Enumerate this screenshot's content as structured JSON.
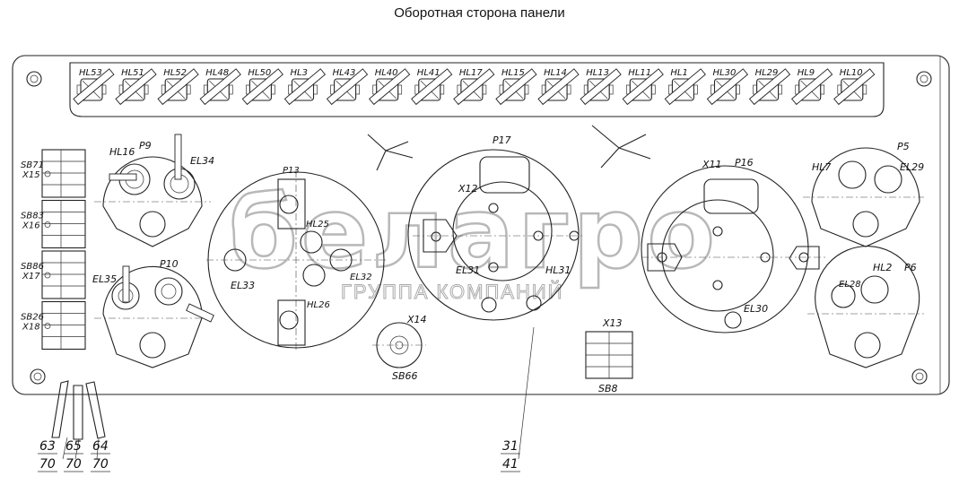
{
  "title": "Оборотная сторона панели",
  "lamps": [
    "HL53",
    "HL51",
    "HL52",
    "HL48",
    "HL50",
    "HL3",
    "HL43",
    "HL40",
    "HL41",
    "HL17",
    "HL15",
    "HL14",
    "HL13",
    "HL11",
    "HL1",
    "HL30",
    "HL29",
    "HL9",
    "HL10"
  ],
  "connectors": [
    {
      "sb": "SB71",
      "x": "X15"
    },
    {
      "sb": "SB83",
      "x": "X16"
    },
    {
      "sb": "SB86",
      "x": "X17"
    },
    {
      "sb": "SB26",
      "x": "X18"
    }
  ],
  "labels": {
    "hl16": "HL16",
    "p9": "P9",
    "el34": "EL34",
    "p10": "P10",
    "el35": "EL35",
    "p13": "P13",
    "hl25": "HL25",
    "el33": "EL33",
    "el32": "EL32",
    "hl26": "HL26",
    "x12": "X12",
    "p17": "P17",
    "el31": "EL31",
    "hl31": "HL31",
    "x14": "X14",
    "sb66": "SB66",
    "x13": "X13",
    "sb8": "SB8",
    "x11": "X11",
    "p16": "P16",
    "el30": "EL30",
    "hl7": "HL7",
    "p5": "P5",
    "el29": "EL29",
    "hl2": "HL2",
    "p6": "P6",
    "el28": "EL28"
  },
  "callouts": [
    {
      "top": "63",
      "bottom": "70"
    },
    {
      "top": "65",
      "bottom": "70"
    },
    {
      "top": "64",
      "bottom": "70"
    },
    {
      "top": "31",
      "bottom": "41"
    }
  ],
  "watermark": {
    "brand": "белагро",
    "subtitle": "ГРУППА КОМПАНИЙ"
  }
}
